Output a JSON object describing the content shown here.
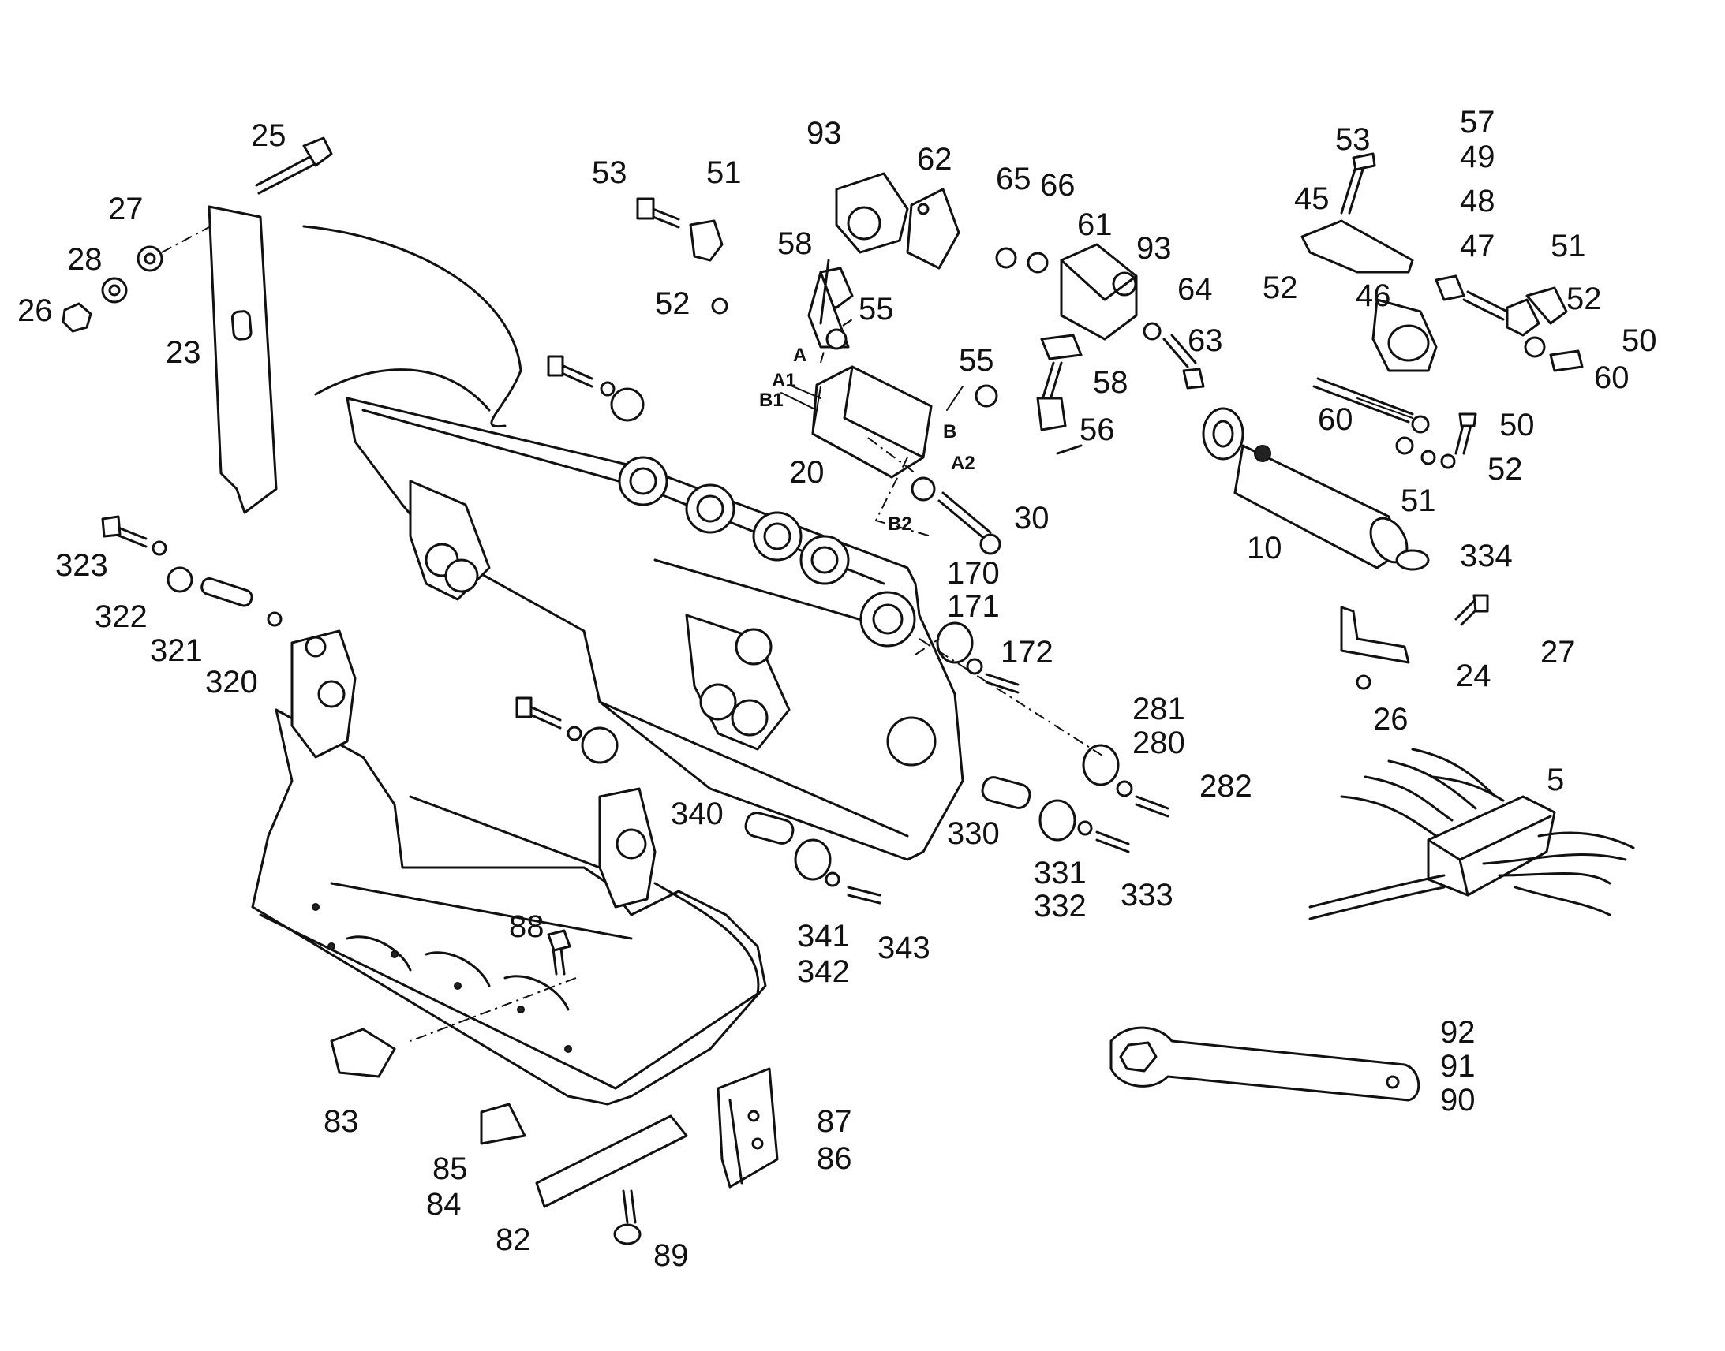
{
  "callouts": {
    "n25": "25",
    "n27a": "27",
    "n28": "28",
    "n26a": "26",
    "n23": "23",
    "n53a": "53",
    "n51a": "51",
    "n52a": "52",
    "n93a": "93",
    "n62": "62",
    "n58a": "58",
    "n55a": "55",
    "n65": "65",
    "n66": "66",
    "n61": "61",
    "n93b": "93",
    "n64": "64",
    "n63": "63",
    "n55b": "55",
    "n58b": "58",
    "n56": "56",
    "n20": "20",
    "n30": "30",
    "n170": "170",
    "n171": "171",
    "n172": "172",
    "n53b": "53",
    "n57": "57",
    "n49": "49",
    "n45": "45",
    "n48": "48",
    "n47": "47",
    "n51b": "51",
    "n52b": "52",
    "n46": "46",
    "n52c": "52",
    "n50a": "50",
    "n60a": "60",
    "n60b": "60",
    "n50b": "50",
    "n52d": "52",
    "n51c": "51",
    "n10": "10",
    "n334": "334",
    "n27b": "27",
    "n24": "24",
    "n26b": "26",
    "n5": "5",
    "n323": "323",
    "n322": "322",
    "n321": "321",
    "n320": "320",
    "n281": "281",
    "n280": "280",
    "n282": "282",
    "n340": "340",
    "n330": "330",
    "n331": "331",
    "n332": "332",
    "n333": "333",
    "n341": "341",
    "n342": "342",
    "n343": "343",
    "n88": "88",
    "n83": "83",
    "n85": "85",
    "n84": "84",
    "n82": "82",
    "n89": "89",
    "n87": "87",
    "n86": "86",
    "n92": "92",
    "n91": "91",
    "n90": "90"
  },
  "ports": {
    "A": "A",
    "A1": "A1",
    "B1": "B1",
    "B": "B",
    "A2": "A2",
    "B2": "B2"
  }
}
